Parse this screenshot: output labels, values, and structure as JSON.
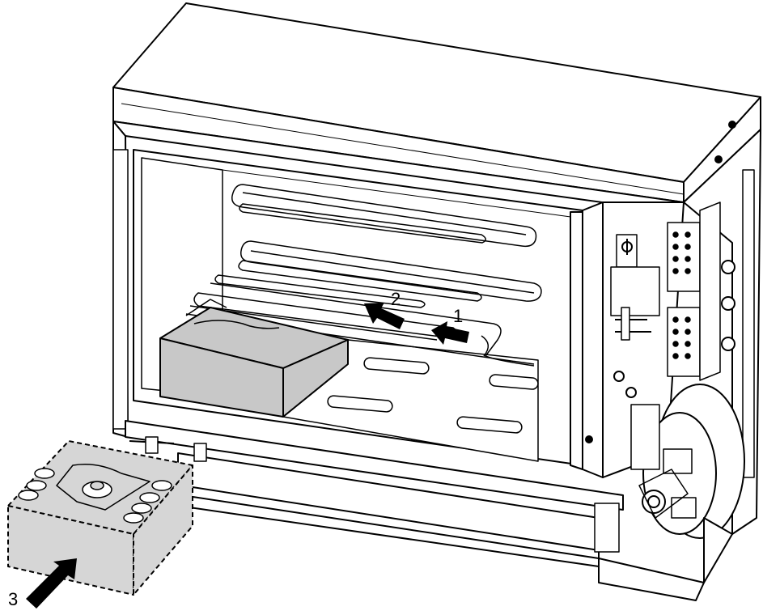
{
  "callouts": [
    {
      "id": "1",
      "label": "1"
    },
    {
      "id": "2",
      "label": "2"
    },
    {
      "id": "3",
      "label": "3"
    }
  ],
  "colors": {
    "line": "#000000",
    "surface": "#ffffff",
    "block_fill": "#c8c8c8",
    "block_fill_dashed": "#d6d6d6"
  }
}
